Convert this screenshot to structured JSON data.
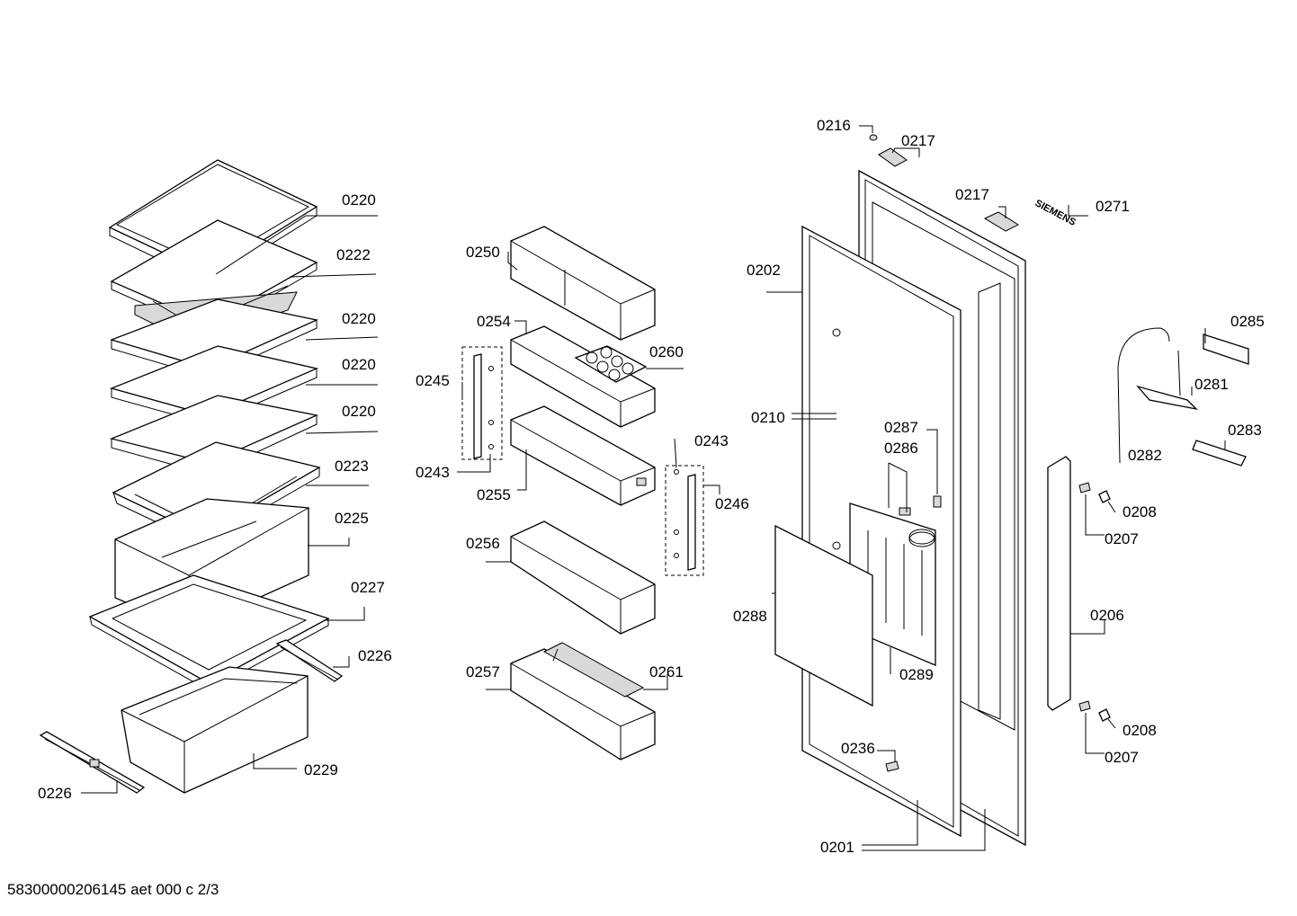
{
  "drawing": {
    "document_id": "58300000206145 aet 000 c 2/3",
    "brand_mark": "SIEMENS",
    "labels": {
      "shelf_top": "0220",
      "shelf_2": "0222",
      "shelf_3": "0220",
      "shelf_4": "0220",
      "shelf_5": "0220",
      "shelf_6": "0223",
      "crisper_1": "0225",
      "crisper_cover": "0227",
      "rail_right": "0226",
      "crisper_2": "0229",
      "rail_left": "0226",
      "dairy_box": "0250",
      "egg_shelf": "0254",
      "egg_tray": "0260",
      "side_rail_left": "0245",
      "screw_left": "0243",
      "door_shelf_1": "0255",
      "screw_right": "0243",
      "side_rail_right": "0246",
      "door_shelf_2": "0256",
      "door_shelf_3": "0257",
      "bottle_holder": "0261",
      "cap_top": "0216",
      "hinge_cover_1": "0217",
      "hinge_cover_2": "0217",
      "emblem": "0271",
      "gasket": "0202",
      "door_screws": "0210",
      "fitting_1": "0287",
      "fitting_2": "0286",
      "cover_plate": "0288",
      "evaporator": "0289",
      "bracket": "0285",
      "sensor": "0281",
      "tube": "0282",
      "clip": "0283",
      "plug_1": "0208",
      "screw_1": "0207",
      "handle": "0206",
      "plug_2": "0208",
      "screw_2": "0207",
      "bottom_clip": "0236",
      "door": "0201"
    }
  }
}
